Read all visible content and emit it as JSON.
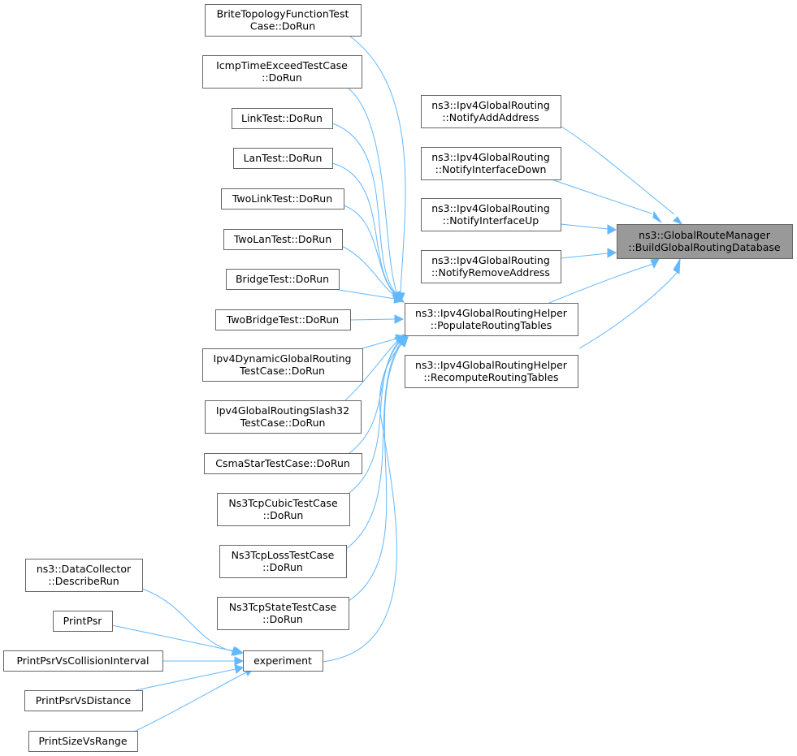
{
  "diagram": {
    "root": "ns3::GlobalRouteManager::BuildGlobalRoutingDatabase",
    "colors": {
      "edge": "#63b8ff",
      "node_border": "#666666",
      "node_fill": "#ffffff",
      "root_fill": "#999999"
    },
    "nodes": [
      {
        "id": "gm",
        "lines": [
          "ns3::GlobalRouteManager",
          "::BuildGlobalRoutingDatabase"
        ],
        "root": true
      },
      {
        "id": "nadd",
        "lines": [
          "ns3::Ipv4GlobalRouting",
          "::NotifyAddAddress"
        ]
      },
      {
        "id": "ndown",
        "lines": [
          "ns3::Ipv4GlobalRouting",
          "::NotifyInterfaceDown"
        ]
      },
      {
        "id": "nup",
        "lines": [
          "ns3::Ipv4GlobalRouting",
          "::NotifyInterfaceUp"
        ]
      },
      {
        "id": "nrem",
        "lines": [
          "ns3::Ipv4GlobalRouting",
          "::NotifyRemoveAddress"
        ]
      },
      {
        "id": "pop",
        "lines": [
          "ns3::Ipv4GlobalRoutingHelper",
          "::PopulateRoutingTables"
        ]
      },
      {
        "id": "rec",
        "lines": [
          "ns3::Ipv4GlobalRoutingHelper",
          "::RecomputeRoutingTables"
        ]
      },
      {
        "id": "brite",
        "lines": [
          "BriteTopologyFunctionTest",
          "Case::DoRun"
        ]
      },
      {
        "id": "icmp",
        "lines": [
          "IcmpTimeExceedTestCase",
          "::DoRun"
        ]
      },
      {
        "id": "link",
        "lines": [
          "LinkTest::DoRun"
        ]
      },
      {
        "id": "lan",
        "lines": [
          "LanTest::DoRun"
        ]
      },
      {
        "id": "twolink",
        "lines": [
          "TwoLinkTest::DoRun"
        ]
      },
      {
        "id": "twolan",
        "lines": [
          "TwoLanTest::DoRun"
        ]
      },
      {
        "id": "bridge",
        "lines": [
          "BridgeTest::DoRun"
        ]
      },
      {
        "id": "twobridge",
        "lines": [
          "TwoBridgeTest::DoRun"
        ]
      },
      {
        "id": "ipv4dyn",
        "lines": [
          "Ipv4DynamicGlobalRouting",
          "TestCase::DoRun"
        ]
      },
      {
        "id": "slash32",
        "lines": [
          "Ipv4GlobalRoutingSlash32",
          "TestCase::DoRun"
        ]
      },
      {
        "id": "csma",
        "lines": [
          "CsmaStarTestCase::DoRun"
        ]
      },
      {
        "id": "cubic",
        "lines": [
          "Ns3TcpCubicTestCase",
          "::DoRun"
        ]
      },
      {
        "id": "loss",
        "lines": [
          "Ns3TcpLossTestCase",
          "::DoRun"
        ]
      },
      {
        "id": "state",
        "lines": [
          "Ns3TcpStateTestCase",
          "::DoRun"
        ]
      },
      {
        "id": "exp",
        "lines": [
          "experiment"
        ]
      },
      {
        "id": "dc",
        "lines": [
          "ns3::DataCollector",
          "::DescribeRun"
        ]
      },
      {
        "id": "psr",
        "lines": [
          "PrintPsr"
        ]
      },
      {
        "id": "psrci",
        "lines": [
          "PrintPsrVsCollisionInterval"
        ]
      },
      {
        "id": "psrd",
        "lines": [
          "PrintPsrVsDistance"
        ]
      },
      {
        "id": "size",
        "lines": [
          "PrintSizeVsRange"
        ]
      }
    ],
    "edges": [
      {
        "from": "nadd",
        "to": "gm"
      },
      {
        "from": "ndown",
        "to": "gm"
      },
      {
        "from": "nup",
        "to": "gm"
      },
      {
        "from": "nrem",
        "to": "gm"
      },
      {
        "from": "pop",
        "to": "gm"
      },
      {
        "from": "rec",
        "to": "gm"
      },
      {
        "from": "brite",
        "to": "pop"
      },
      {
        "from": "icmp",
        "to": "pop"
      },
      {
        "from": "link",
        "to": "pop"
      },
      {
        "from": "lan",
        "to": "pop"
      },
      {
        "from": "twolink",
        "to": "pop"
      },
      {
        "from": "twolan",
        "to": "pop"
      },
      {
        "from": "bridge",
        "to": "pop"
      },
      {
        "from": "twobridge",
        "to": "pop"
      },
      {
        "from": "ipv4dyn",
        "to": "pop"
      },
      {
        "from": "slash32",
        "to": "pop"
      },
      {
        "from": "csma",
        "to": "pop"
      },
      {
        "from": "cubic",
        "to": "pop"
      },
      {
        "from": "loss",
        "to": "pop"
      },
      {
        "from": "state",
        "to": "pop"
      },
      {
        "from": "exp",
        "to": "pop"
      },
      {
        "from": "dc",
        "to": "exp"
      },
      {
        "from": "psr",
        "to": "exp"
      },
      {
        "from": "psrci",
        "to": "exp"
      },
      {
        "from": "psrd",
        "to": "exp"
      },
      {
        "from": "size",
        "to": "exp"
      }
    ]
  }
}
